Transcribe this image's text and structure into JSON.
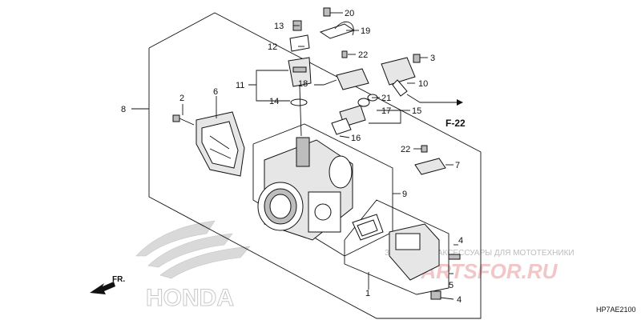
{
  "callouts": [
    {
      "id": "c1",
      "text": "1"
    },
    {
      "id": "c2",
      "text": "2"
    },
    {
      "id": "c3",
      "text": "3"
    },
    {
      "id": "c4a",
      "text": "4"
    },
    {
      "id": "c4b",
      "text": "4"
    },
    {
      "id": "c5",
      "text": "5"
    },
    {
      "id": "c6",
      "text": "6"
    },
    {
      "id": "c7",
      "text": "7"
    },
    {
      "id": "c8",
      "text": "8"
    },
    {
      "id": "c9",
      "text": "9"
    },
    {
      "id": "c10",
      "text": "10"
    },
    {
      "id": "c11",
      "text": "11"
    },
    {
      "id": "c12",
      "text": "12"
    },
    {
      "id": "c13",
      "text": "13"
    },
    {
      "id": "c14",
      "text": "14"
    },
    {
      "id": "c15",
      "text": "15"
    },
    {
      "id": "c16",
      "text": "16"
    },
    {
      "id": "c17",
      "text": "17"
    },
    {
      "id": "c18",
      "text": "18"
    },
    {
      "id": "c19",
      "text": "19"
    },
    {
      "id": "c20",
      "text": "20"
    },
    {
      "id": "c21",
      "text": "21"
    },
    {
      "id": "c22a",
      "text": "22"
    },
    {
      "id": "c22b",
      "text": "22"
    }
  ],
  "reference": "F-22",
  "direction_label": "FR.",
  "diagram_code": "HP7AE2100",
  "brand_logo_text": "HONDA",
  "watermark": {
    "tagline": "ЗАПЧАСТИ И АКСЕССУАРЫ ДЛЯ МОТОТЕХНИКИ",
    "site": "PARTSFOR.RU"
  }
}
